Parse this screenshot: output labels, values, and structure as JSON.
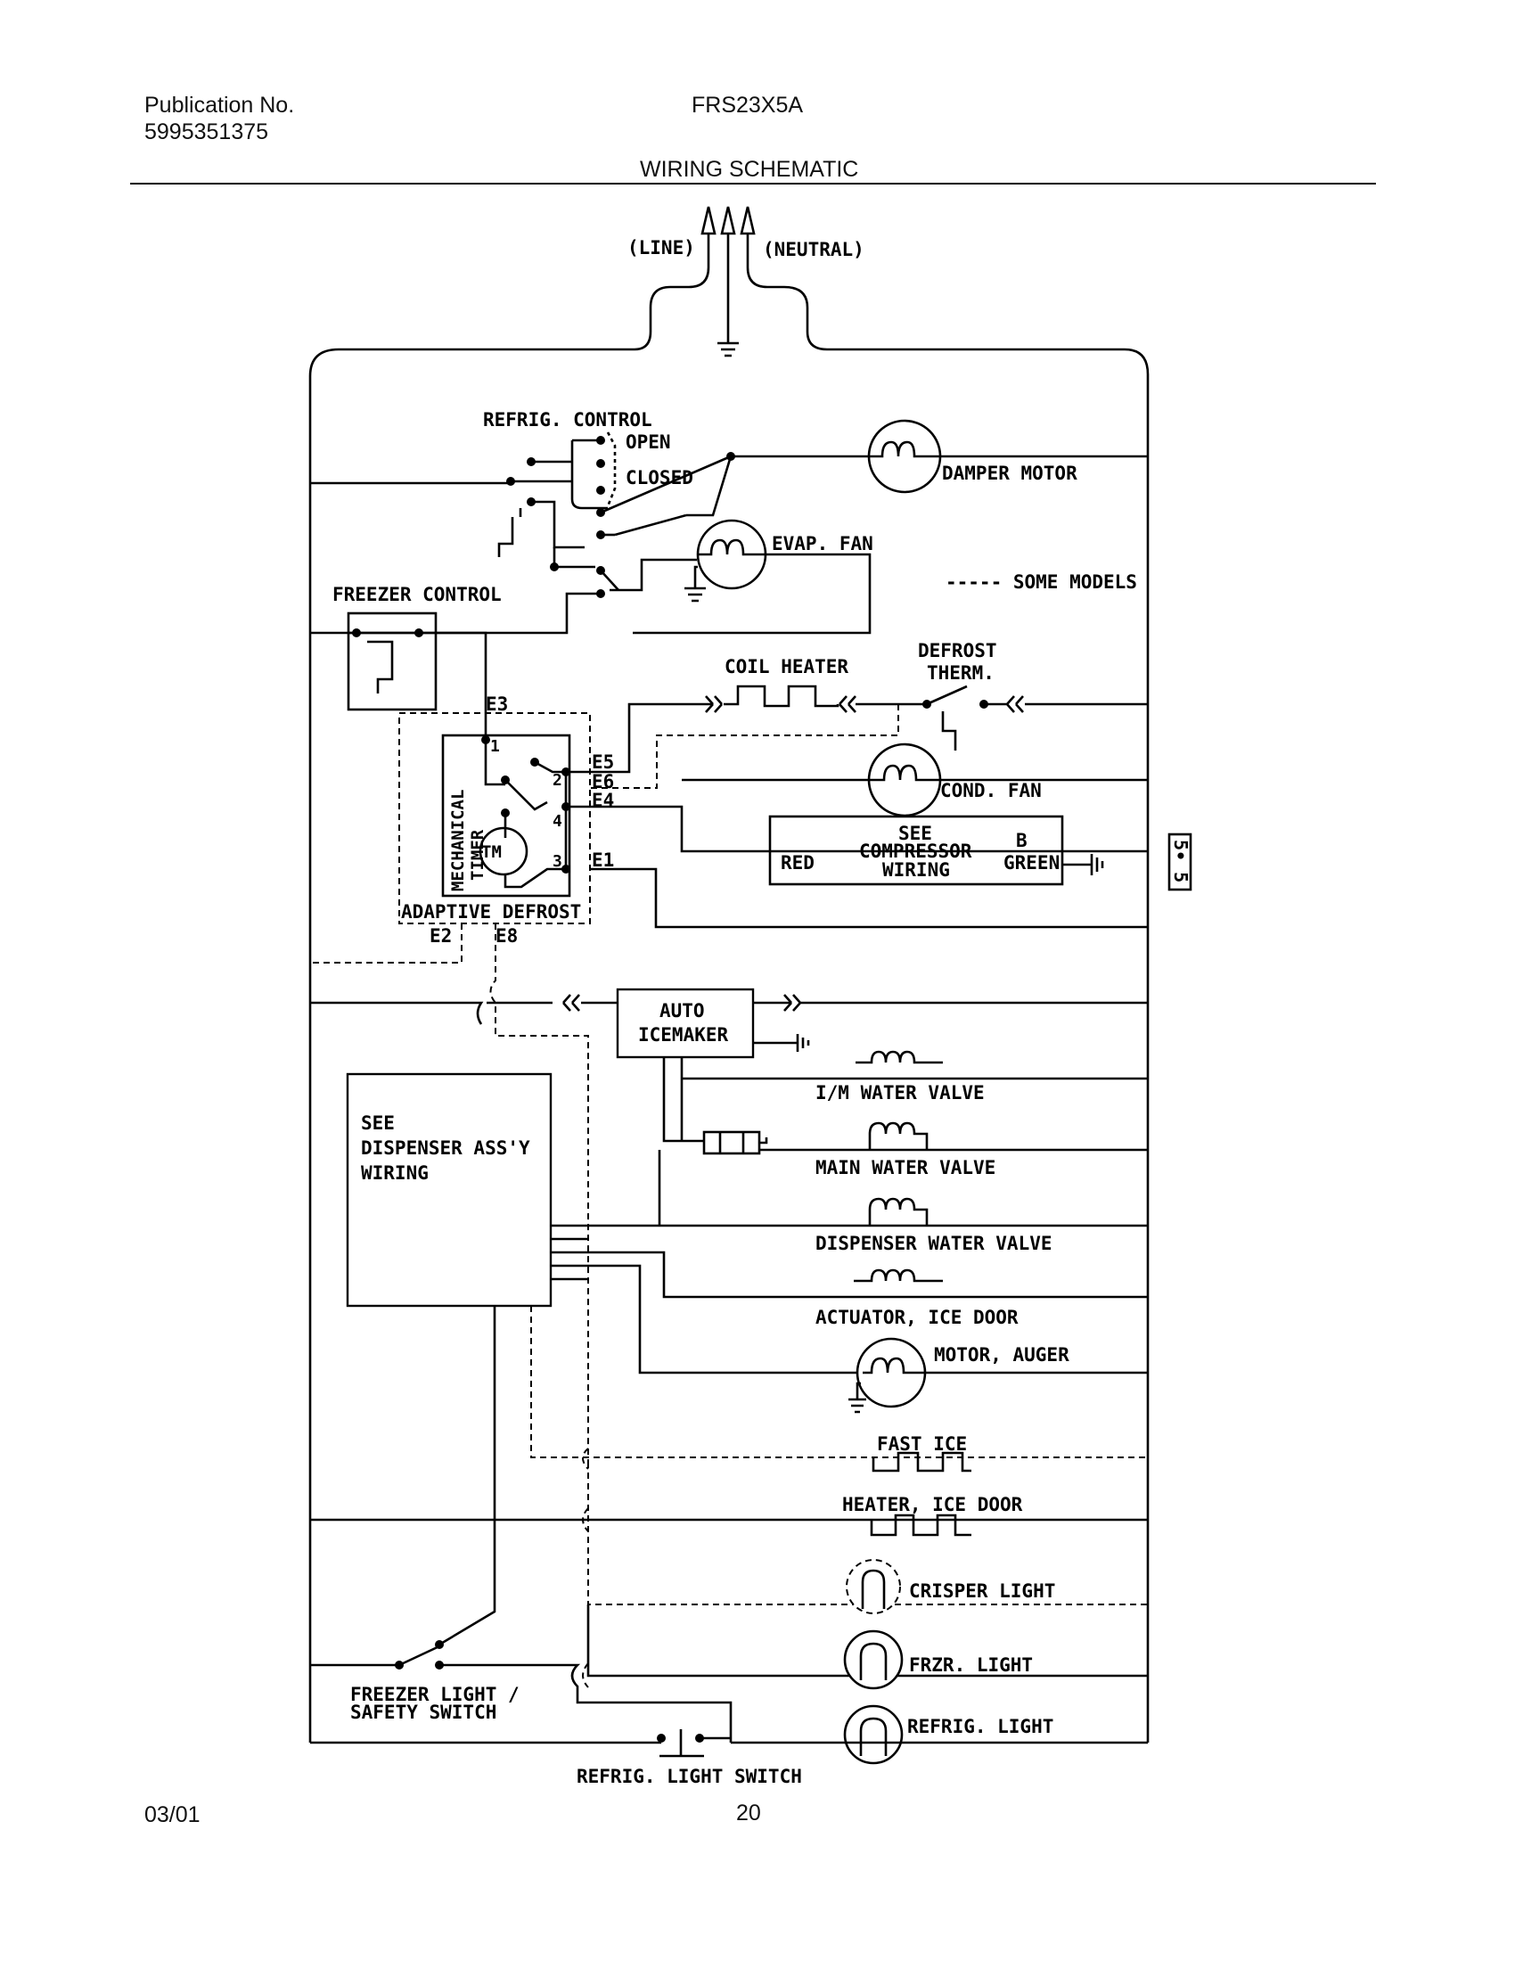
{
  "header": {
    "publication_label": "Publication No.",
    "publication_number": "5995351375",
    "model": "FRS23X5A",
    "title": "WIRING SCHEMATIC"
  },
  "footer": {
    "date": "03/01",
    "page": "20"
  },
  "schematic": {
    "line": "(LINE)",
    "neutral": "(NEUTRAL)",
    "refrig_control": "REFRIG. CONTROL",
    "open": "OPEN",
    "closed": "CLOSED",
    "damper_motor": "DAMPER MOTOR",
    "evap_fan": "EVAP. FAN",
    "some_models": "----- SOME MODELS",
    "freezer_control": "FREEZER CONTROL",
    "defrost": "DEFROST",
    "therm": "THERM.",
    "coil_heater": "COIL HEATER",
    "cond_fan": "COND. FAN",
    "see": "SEE",
    "compressor": "COMPRESSOR",
    "wiring": "WIRING",
    "red": "RED",
    "b": "B",
    "green": "GREEN",
    "mechanical": "MECHANICAL",
    "timer": "TIMER",
    "tm": "TM",
    "adaptive_defrost": "ADAPTIVE DEFROST",
    "e1": "E1",
    "e2": "E2",
    "e3": "E3",
    "e4": "E4",
    "e5": "E5",
    "e6": "E6",
    "e8": "E8",
    "t1": "1",
    "t2": "2",
    "t3": "3",
    "t4": "4",
    "auto": "AUTO",
    "icemaker": "ICEMAKER",
    "im_water_valve": "I/M WATER VALVE",
    "main_water_valve": "MAIN WATER VALVE",
    "dispenser_water_valve": "DISPENSER WATER VALVE",
    "actuator_ice_door": "ACTUATOR, ICE DOOR",
    "motor_auger": "MOTOR, AUGER",
    "fast_ice": "FAST ICE",
    "heater_ice_door": "HEATER, ICE DOOR",
    "crisper_light": "CRISPER LIGHT",
    "frzr_light": "FRZR. LIGHT",
    "refrig_light": "REFRIG. LIGHT",
    "dispenser_see": "SEE",
    "dispenser_assy": "DISPENSER ASS'Y",
    "dispenser_wiring": "WIRING",
    "freezer_light_switch_1": "FREEZER LIGHT /",
    "freezer_light_switch_2": "SAFETY SWITCH",
    "refrig_light_switch": "REFRIG. LIGHT SWITCH",
    "side_mark": "5∙ 5"
  }
}
